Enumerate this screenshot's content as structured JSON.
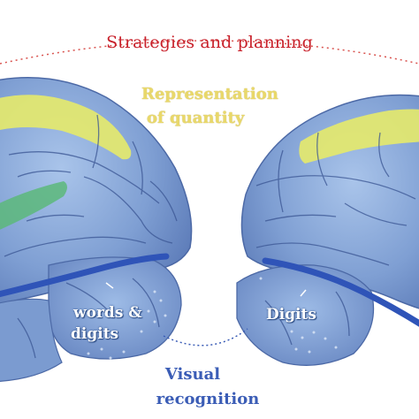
{
  "labels": {
    "strategies": "Strategies and planning",
    "quantity_line1": "Representation",
    "quantity_line2": "of quantity",
    "words_line1": "words &",
    "words_line2": "digits",
    "digits": "Digits",
    "visual_line1": "Visual",
    "visual_line2": "recognition"
  },
  "colors": {
    "strategies_text": "#c8202a",
    "quantity_text": "#e9d86a",
    "visual_text": "#3b5db6",
    "brain": "#7fa3d6",
    "yellow_region": "#e6ea6a",
    "green_region": "#5cb87a",
    "ventral_band": "#2f54b8"
  }
}
